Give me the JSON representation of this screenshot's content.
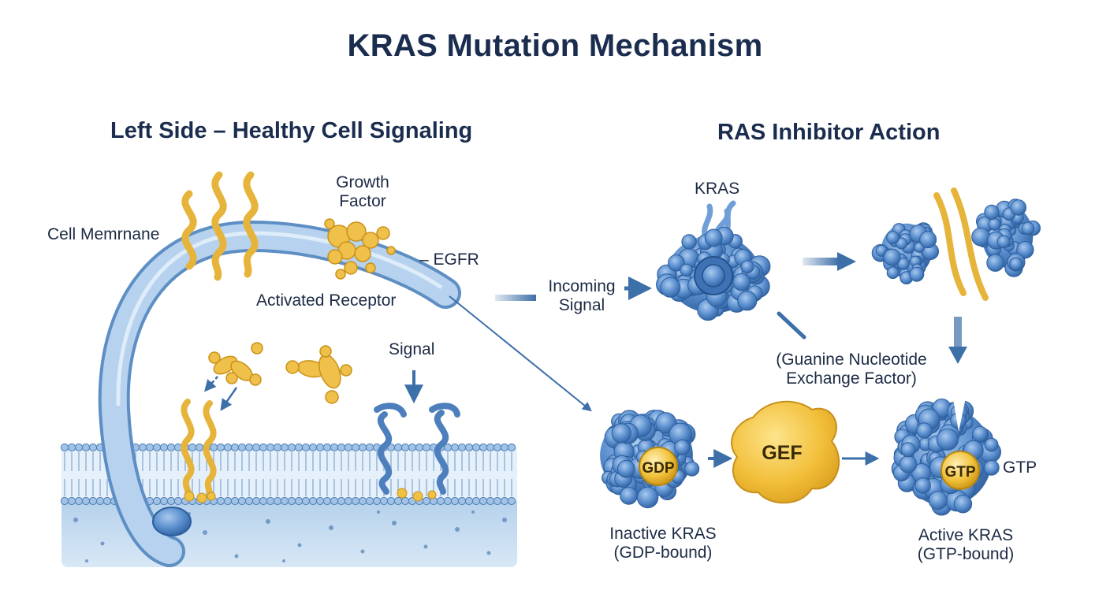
{
  "title": "KRAS Mutation Mechanism",
  "left_panel": {
    "heading": "Left Side – Healthy Cell Signaling",
    "labels": {
      "cell_membrane": "Cell Memrnane",
      "growth_factor": "Growth\nFactor",
      "egfr": "– EGFR",
      "activated_receptor": "Activated Receptor",
      "signal": "Signal"
    }
  },
  "right_panel": {
    "heading": "RAS Inhibitor Action",
    "labels": {
      "kras": "KRAS",
      "incoming_signal": "Incoming\nSignal",
      "gef_full": "(Guanine Nucleotide\nExchange Factor)",
      "gdp": "GDP",
      "gef": "GEF",
      "gtp_inner": "GTP",
      "gtp_outer": "GTP",
      "inactive_kras": "Inactive KRAS\n(GDP-bound)",
      "active_kras": "Active KRAS\n(GTP-bound)"
    }
  },
  "colors": {
    "title_text": "#1b2d4f",
    "protein_blue": "#4f86c6",
    "protein_blue_dark": "#2d5f9e",
    "ligand_gold": "#e8b93a",
    "membrane_blue": "#a9c9e8",
    "arrow_blue": "#3d6fa8"
  }
}
